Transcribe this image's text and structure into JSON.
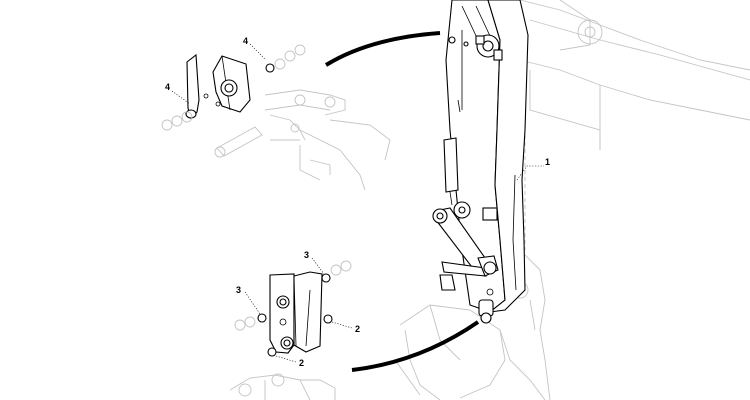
{
  "callouts": {
    "arm": "1",
    "ring_lower_right_a": "2",
    "ring_lower_right_b": "2",
    "ring_lower_left": "3",
    "ring_lower_top": "3",
    "ring_upper_left": "4",
    "ring_upper_top": "4"
  }
}
